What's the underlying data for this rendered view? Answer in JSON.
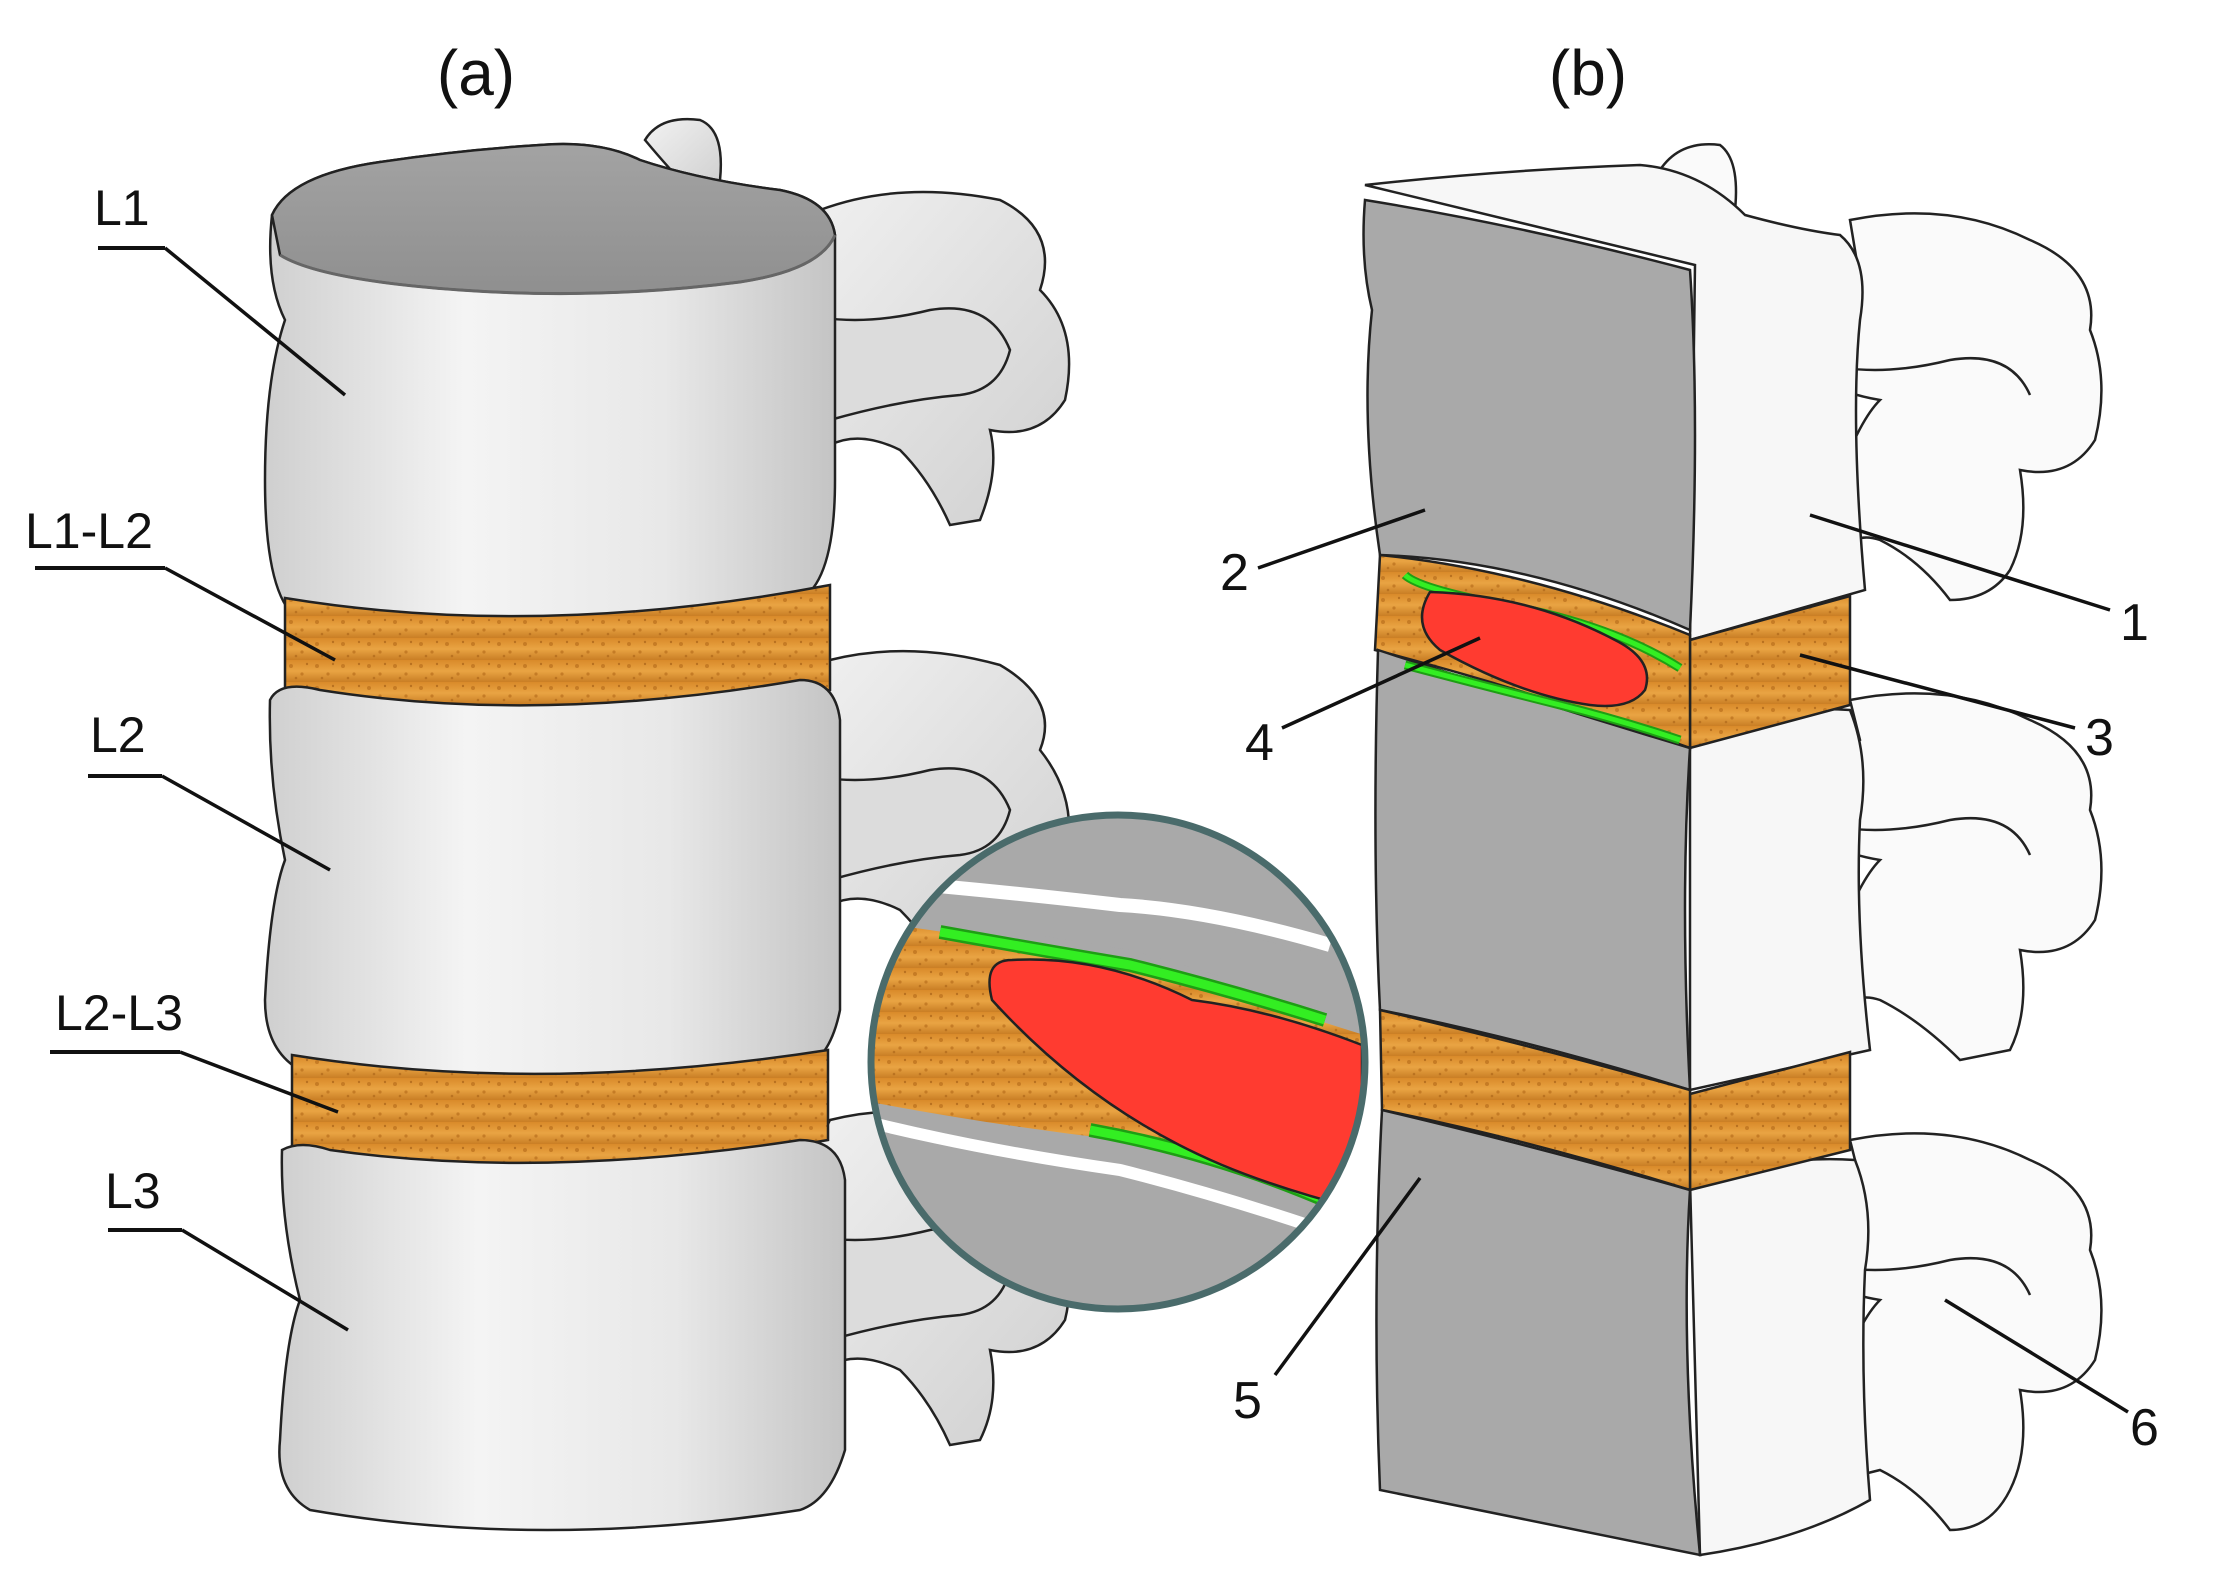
{
  "panels": {
    "a": {
      "label": "(a)"
    },
    "b": {
      "label": "(b)"
    }
  },
  "panel_a_labels": {
    "l1": "L1",
    "l1_l2": "L1-L2",
    "l2": "L2",
    "l2_l3": "L2-L3",
    "l3": "L3"
  },
  "panel_b_labels": {
    "n1": "1",
    "n2": "2",
    "n3": "3",
    "n4": "4",
    "n5": "5",
    "n6": "6"
  },
  "colors": {
    "bone": "#e6e6e6",
    "bone_shadow": "#bdbdbd",
    "cut_surface": "#a9a9a9",
    "disc": "#d9912f",
    "nucleus": "#ff3b30",
    "endplate": "#33dd22",
    "magnifier_ring": "#4a6b6b"
  }
}
